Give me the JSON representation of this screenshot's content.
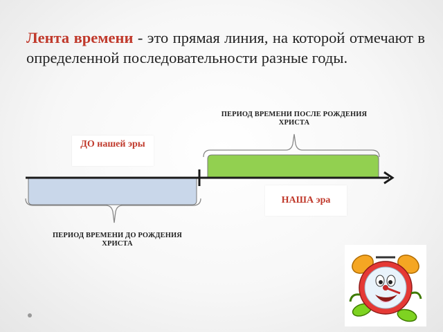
{
  "intro": {
    "term": "Лента времени",
    "definition": " - это прямая линия, на которой отмечают в определенной последовательности разные годы."
  },
  "diagram": {
    "caption_after": "ПЕРИОД ВРЕМЕНИ ПОСЛЕ РОЖДЕНИЯ ХРИСТА",
    "caption_before": "ПЕРИОД ВРЕМЕНИ ДО РОЖДЕНИЯ ХРИСТА",
    "label_before": "ДО нашей эры",
    "label_after": "НАША эра"
  },
  "colors": {
    "term": "#c0392b",
    "after_period_fill": "#92d050",
    "before_period_fill": "#c9d7ea",
    "clock_body": "#e53935"
  },
  "icons": {
    "clock": "alarm-clock-cartoon-icon",
    "bullet": "bullet-dot-icon"
  }
}
